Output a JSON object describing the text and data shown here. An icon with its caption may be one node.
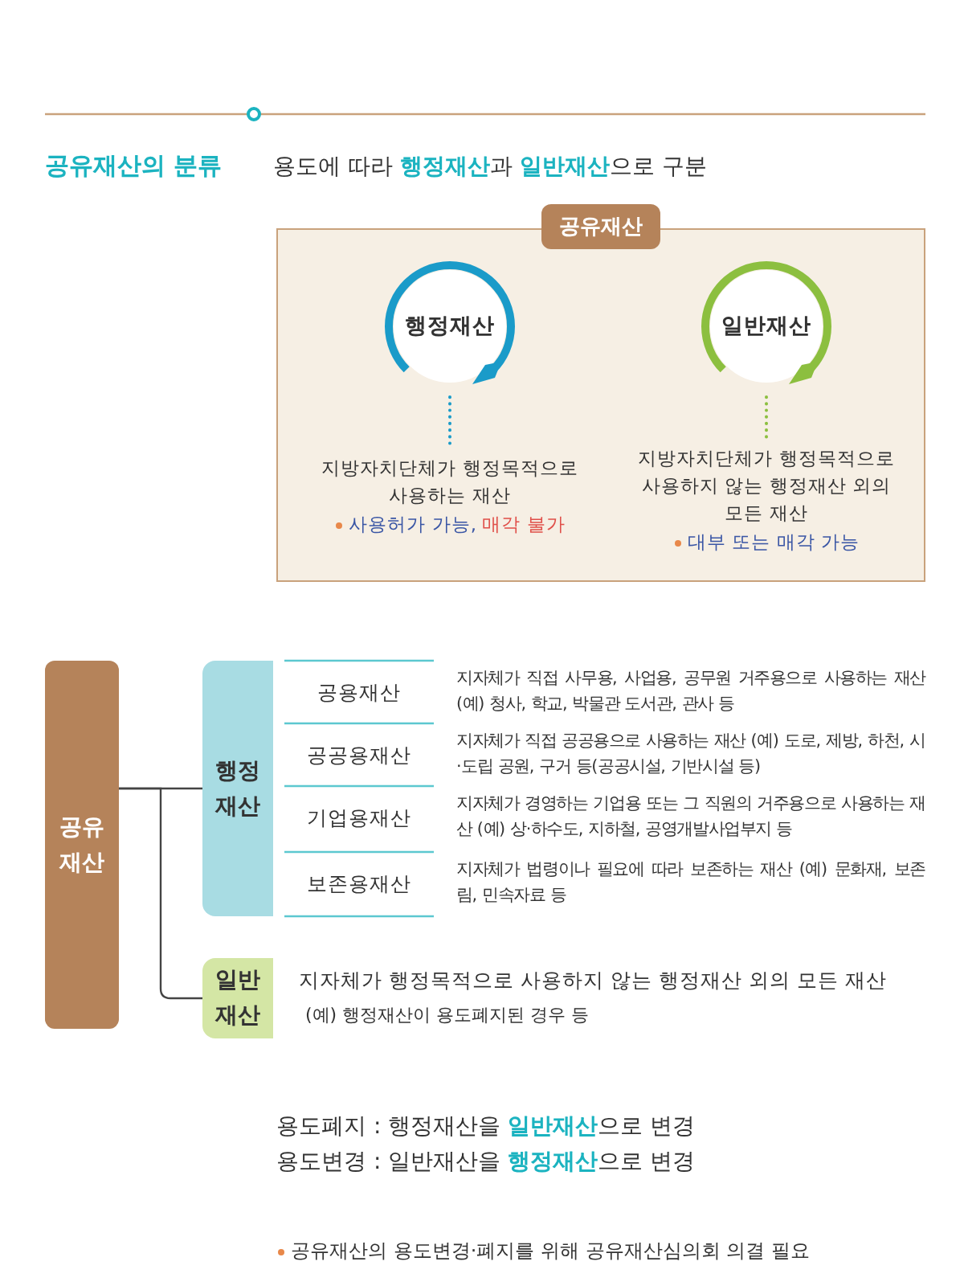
{
  "diagram": {
    "title": "공유재산의 분류",
    "nodes": [
      {
        "text": [
          "공유재산"
        ]
      },
      {
        "text": [
          "행정재산"
        ],
        "in": 0
      },
      {
        "text": [
          "지방자치단체가 행정목적으로 사용하는 재산",
          "사용허가 가능, **매각 불가**"
        ],
        "in": 0
      },
      {
        "text": [
          "일반재산"
        ],
        "in": 0
      },
      {
        "text": [
          "지방자치단체가 행정목적으로 사용하지 않는 행정재산 외의 모든 재산",
          "**대부** 또는 **매각 가능**"
        ],
        "in": 0
      },
      {
        "text": [
          "공유재산"
        ]
      },
      {
        "text": [
          "행정재산"
        ]
      },
      {
        "text": [
          "일반재산"
        ]
      }
    ],
    "edges": [
      {
        "from": 1,
        "to": 2,
        "arrow": "none",
        "style": "dashed",
        "color": "#1a9bc9"
      },
      {
        "from": 3,
        "to": 4,
        "arrow": "none",
        "style": "dashed",
        "color": "#8cbf3f"
      },
      {
        "from": 5,
        "to": 6,
        "arrow": "none"
      },
      {
        "from": 5,
        "to": 7,
        "arrow": "none"
      }
    ],
    "labels": [
      "용도에 따라 **행정재산**과 **일반재산**으로 구분",
      "공용재산",
      "지자체가 직접 사무용, 사업용, 공무원 거주용으로 사용하는 재산 (예) 청사, 학교, 박물관 도서관, 관사 등",
      "공공용재산",
      "지자체가 직접 공공용으로 사용하는 재산 (예) 도로, 제방, 하천, 시·도립 공원, 구거 등(공공시설, 기반시설 등)",
      "기업용재산",
      "지자체가 경영하는 기업용 또는 그 직원의 거주용으로 사용하는 재산 (예) 상·하수도, 지하철, 공영개발사업부지 등",
      "보존용재산",
      "지자체가 법령이나 필요에 따라 보존하는 재산 (예) 문화재, 보존림, 민속자료 등",
      "지자체가 행정목적으로 사용하지 않는 행정재산 외의 모든 재산",
      "(예) 행정재산이 용도폐지된 경우 등",
      "용도폐지 : 행정재산을 **일반재산**으로 변경",
      "용도변경 : 일반재산을 **행정재산**으로 변경",
      "공유재산의 용도변경·폐지를 위해 공유재산심의회 의결 필요"
    ]
  }
}
